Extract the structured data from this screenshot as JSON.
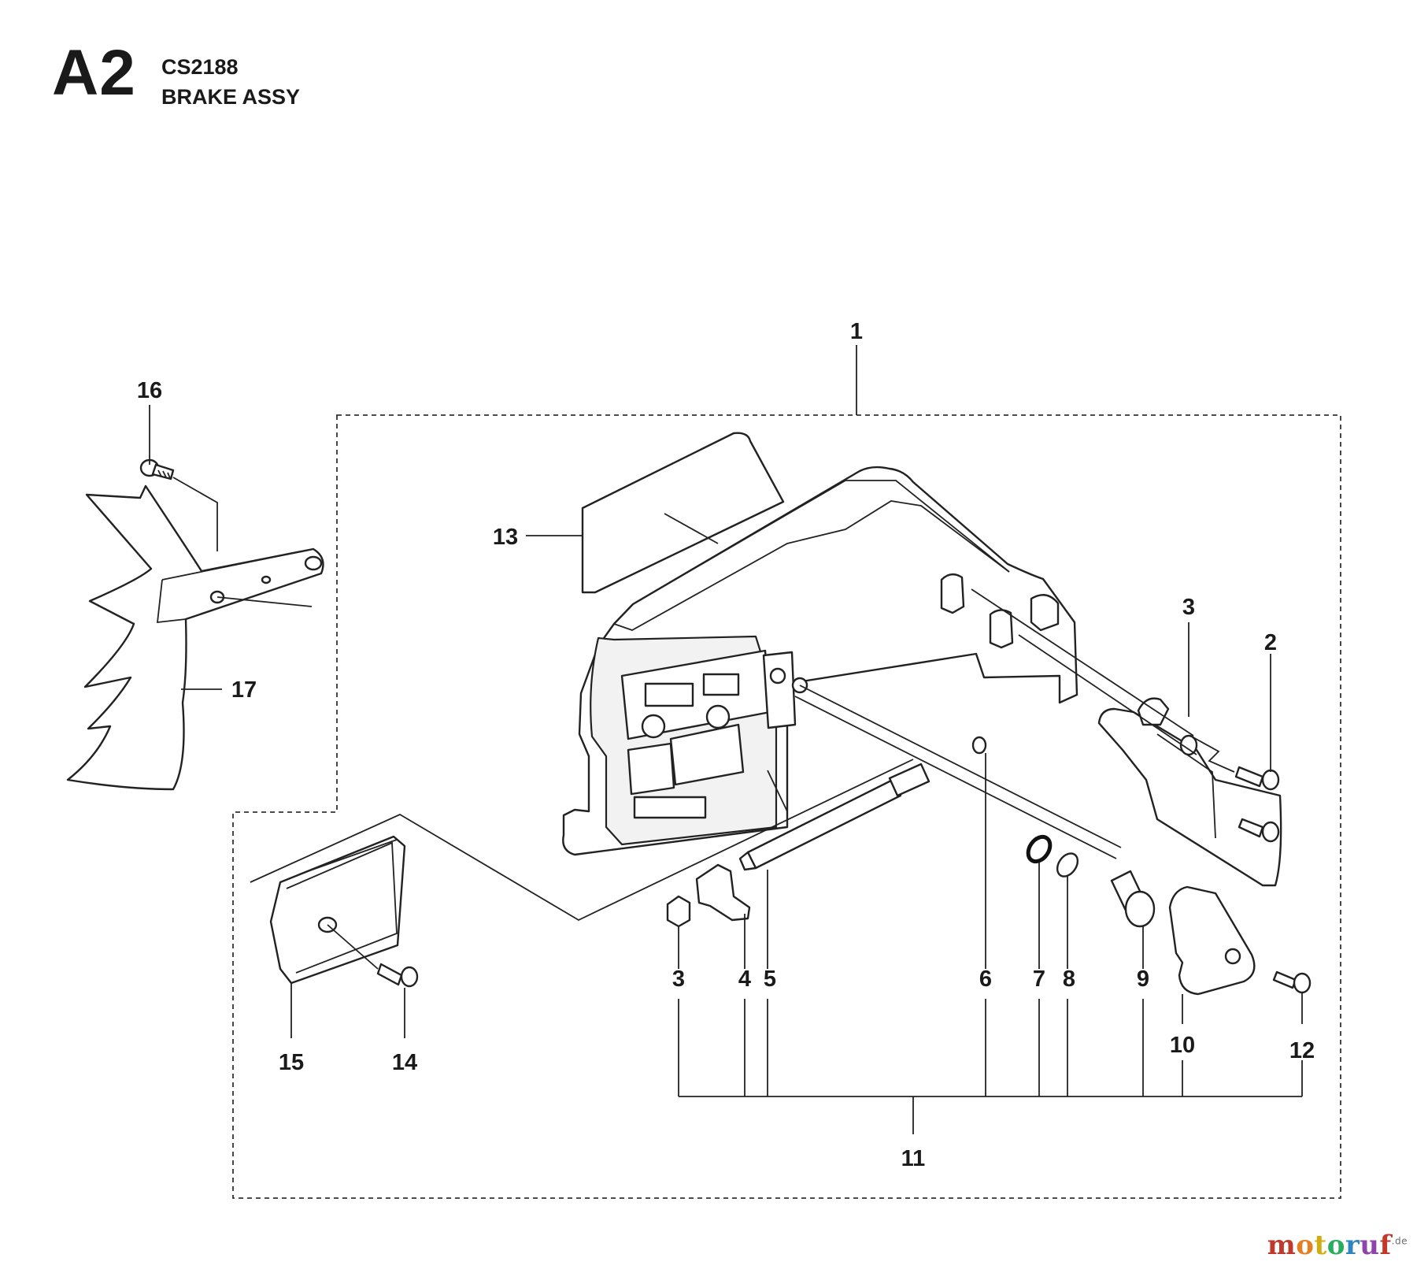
{
  "header": {
    "section_code": "A2",
    "model": "CS2188",
    "title": "BRAKE ASSY"
  },
  "callouts": {
    "c1": "1",
    "c2": "2",
    "c3a": "3",
    "c3b": "3",
    "c4": "4",
    "c5": "5",
    "c6": "6",
    "c7": "7",
    "c8": "8",
    "c9": "9",
    "c10": "10",
    "c11": "11",
    "c12": "12",
    "c13": "13",
    "c14": "14",
    "c15": "15",
    "c16": "16",
    "c17": "17"
  },
  "watermark": {
    "letters": [
      "m",
      "o",
      "t",
      "o",
      "r",
      "u",
      "f"
    ],
    "colors": [
      "#c0392b",
      "#e67e22",
      "#d4ac0d",
      "#27ae60",
      "#2e86c1",
      "#8e44ad",
      "#c0392b"
    ],
    "suffix": ".de"
  }
}
